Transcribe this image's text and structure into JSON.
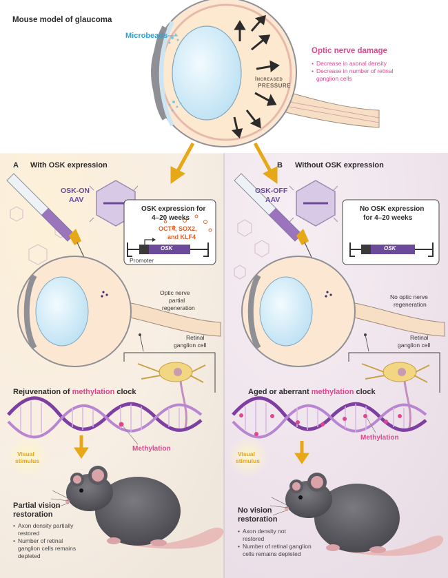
{
  "top": {
    "title": "Mouse model of glaucoma",
    "microbeads": "Microbeads",
    "increased": "Increased",
    "pressure": "pressure",
    "damage_title": "Optic nerve damage",
    "damage_bullets": [
      "Decrease in axonal density",
      "Decrease in number of retinal",
      "ganglion cells"
    ]
  },
  "panelA": {
    "letter": "A",
    "title": "With OSK expression",
    "aav_line1": "OSK-ON",
    "aav_line2": "AAV",
    "expression_line1": "OSK expression for",
    "expression_line2": "4–20 weeks",
    "factors_line1": "OCT4, SOX2,",
    "factors_line2": "and KLF4",
    "osk": "OSK",
    "promoter": "Promoter",
    "nerve_line1": "Optic nerve",
    "nerve_line2": "partial",
    "nerve_line3": "regeneration",
    "rgc_line1": "Retinal",
    "rgc_line2": "ganglion cell",
    "clock_prefix": "Rejuvenation of ",
    "clock_mid": "methylation",
    "clock_suffix": " clock",
    "methylation": "Methylation",
    "visual_line1": "Visual",
    "visual_line2": "stimulus",
    "result_line1": "Partial vision",
    "result_line2": "restoration",
    "bullets": [
      "Axon density partially",
      "restored",
      "Number of retinal",
      "ganglion cells remains",
      "depleted"
    ]
  },
  "panelB": {
    "letter": "B",
    "title": "Without OSK expression",
    "aav_line1": "OSK-OFF",
    "aav_line2": "AAV",
    "expression_line1": "No OSK expression",
    "expression_line2": "for 4–20 weeks",
    "osk": "OSK",
    "nerve_line1": "No optic nerve",
    "nerve_line2": "regeneration",
    "rgc_line1": "Retinal",
    "rgc_line2": "ganglion cell",
    "clock_prefix": "Aged or aberrant ",
    "clock_mid": "methylation",
    "clock_suffix": " clock",
    "methylation": "Methylation",
    "visual_line1": "Visual",
    "visual_line2": "stimulus",
    "result_line1": "No vision",
    "result_line2": "restoration",
    "bullets": [
      "Axon density not",
      "restored",
      "Number of retinal ganglion",
      "cells remains depleted"
    ]
  },
  "colors": {
    "pink": "#e0468f",
    "blue": "#2aa3d6",
    "purple": "#6b4a9a",
    "arrow_yellow": "#e6a817",
    "bg_left": "#fdf3e3",
    "bg_right": "#f1e8ef"
  }
}
